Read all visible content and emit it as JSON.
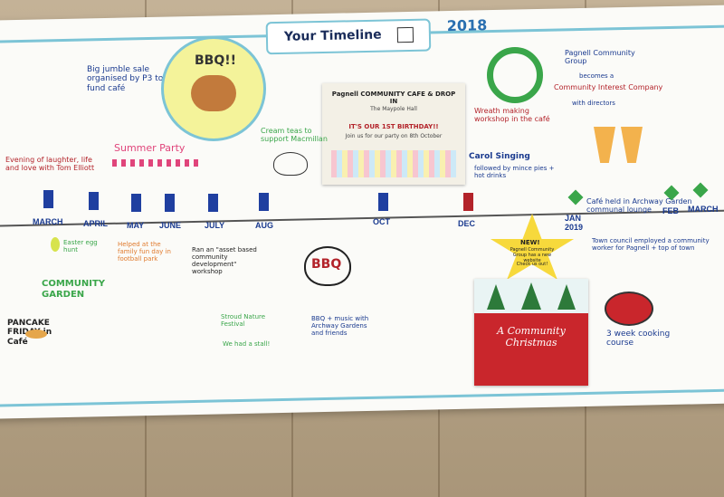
{
  "header": {
    "title": "Your Timeline",
    "year": "2018"
  },
  "months": [
    "MARCH",
    "APRIL",
    "MAY",
    "JUNE",
    "JULY",
    "AUG",
    "OCT",
    "DEC",
    "JAN 2019",
    "FEB",
    "MARCH"
  ],
  "notes": {
    "jumble": "Big jumble sale organised by P3 to fund café",
    "bbq_flyer": "BBQ!!",
    "cafe_flyer_head": "Pagnell COMMUNITY CAFE & DROP IN",
    "cafe_flyer_venue": "The Maypole Hall",
    "cafe_flyer_bday": "IT'S OUR 1ST BIRTHDAY!!",
    "cafe_flyer_join": "Join us for our party on 8th October",
    "wreath": "Wreath making workshop in the café",
    "group": "Pagnell Community Group",
    "becomes": "becomes a",
    "cic": "Community Interest Company",
    "directors": "with directors",
    "summer": "Summer Party",
    "evening": "Evening of laughter, life and love with Tom Elliott",
    "cream_teas": "Cream teas to support Macmillan",
    "carol": "Carol Singing",
    "carol_sub": "followed by mince pies + hot drinks",
    "garden_cafe": "Café held in Archway Garden communal lounge",
    "eggs": "Easter egg hunt",
    "helped": "Helped at the family fun day in football park",
    "asset": "Ran an \"asset based community development\" workshop",
    "garden": "COMMUNITY GARDEN",
    "stroud": "Stroud Nature Festival",
    "stall": "We had a stall!",
    "bbq_grill": "BBQ",
    "bbq_music": "BBQ + music with Archway Gardens and friends",
    "star_new": "NEW!",
    "star_text": "Pagnell Community Group has a new website",
    "star_check": "Check us out!",
    "xmas": "A Community Christmas",
    "council": "Town council employed a community worker for Pagnell + top of town",
    "cooking": "3 week cooking course",
    "pancake": "PANCAKE FRIDAY in Café"
  },
  "colors": {
    "timeline": "#7cc4d6",
    "month_mark": "#1f3fa0",
    "dec_mark": "#b3232a",
    "diamond": "#3aa64a",
    "xmas_red": "#c9262c",
    "star": "#f7d93c"
  }
}
